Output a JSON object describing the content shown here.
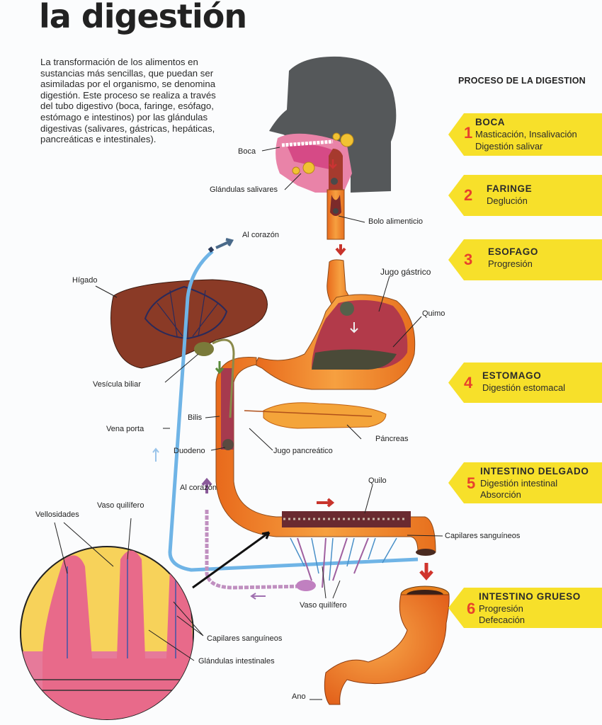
{
  "page": {
    "title": "la digestión",
    "intro": "La transformación de los alimentos en sustancias más sencillas, que puedan ser asimiladas por el organismo, se denomina digestión. Este proceso se realiza a través del tubo digestivo (boca, faringe, esófago, estómago e intestinos) por las glándulas digestivas (salivares, gástricas, hepáticas, pancreáticas e intestinales)."
  },
  "process": {
    "title": "PROCESO DE LA DIGESTION",
    "stages": [
      {
        "number": "1",
        "name": "BOCA",
        "details": [
          "Masticación, Insalivación",
          "Digestión salivar"
        ]
      },
      {
        "number": "2",
        "name": "FARINGE",
        "details": [
          "Deglución"
        ]
      },
      {
        "number": "3",
        "name": "ESOFAGO",
        "details": [
          "Progresión"
        ]
      },
      {
        "number": "4",
        "name": "ESTOMAGO",
        "details": [
          "Digestión estomacal"
        ]
      },
      {
        "number": "5",
        "name": "INTESTINO DELGADO",
        "details": [
          "Digestión intestinal",
          "Absorción"
        ]
      },
      {
        "number": "6",
        "name": "INTESTINO GRUESO",
        "details": [
          "Progresión",
          "Defecación"
        ]
      }
    ]
  },
  "labels": {
    "boca": "Boca",
    "glandulas_salivares": "Glándulas salivares",
    "bolo_alimenticio": "Bolo alimenticio",
    "al_corazon_top": "Al corazón",
    "higado": "Hígado",
    "jugo_gastrico": "Jugo gástrico",
    "quimo": "Quimo",
    "vesicula_biliar": "Vesícula biliar",
    "bilis": "Bilis",
    "vena_porta": "Vena porta",
    "duodeno": "Duodeno",
    "jugo_pancreatico": "Jugo pancreático",
    "pancreas": "Páncreas",
    "al_corazon_bottom": "Al corazón",
    "quilo": "Quilo",
    "vellosidades": "Vellosidades",
    "vaso_quilifero_inset": "Vaso quilífero",
    "capilares_sanguineos_right": "Capilares sanguíneos",
    "vaso_quilifero": "Vaso quilífero",
    "capilares_sanguineos_inset": "Capilares sanguíneos",
    "glandulas_intestinales": "Glándulas intestinales",
    "ano": "Ano"
  },
  "colors": {
    "stage_bg": "#f7e02a",
    "stage_number": "#e8412c",
    "head": "#55585a",
    "liver": "#8a3a26",
    "vein": "#6fb4e6",
    "intestine": "#f08a2a",
    "lymph": "#b070a8"
  }
}
